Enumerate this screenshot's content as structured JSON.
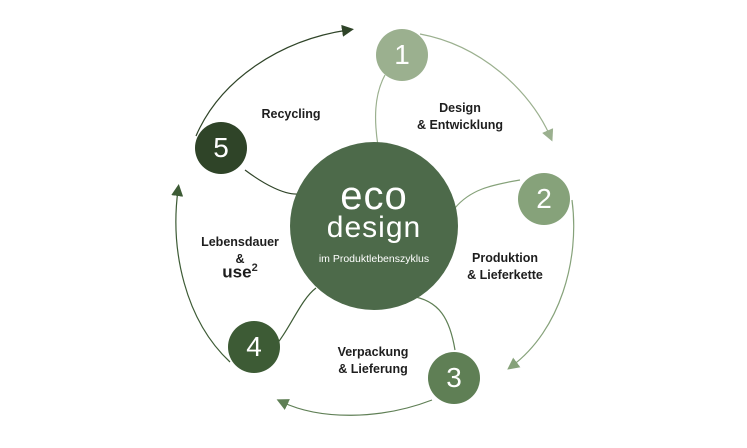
{
  "center": {
    "line1": "eco",
    "line2": "design",
    "subtitle": "im Produktlebenszyklus"
  },
  "steps": [
    {
      "number": "1",
      "label_lines": [
        "Design",
        "& Entwicklung"
      ],
      "color": "#9bb08f"
    },
    {
      "number": "2",
      "label_lines": [
        "Produktion",
        "& Lieferkette"
      ],
      "color": "#86a27a"
    },
    {
      "number": "3",
      "label_lines": [
        "Verpackung",
        "& Lieferung"
      ],
      "color": "#5f7f55"
    },
    {
      "number": "4",
      "label_lines": [
        "Lebensdauer",
        "&"
      ],
      "color": "#3d5b35",
      "logo": {
        "text": "use",
        "superscript": "2"
      }
    },
    {
      "number": "5",
      "label_lines": [
        "Recycling"
      ],
      "color": "#2f4428"
    }
  ],
  "colors": {
    "center_fill": "#4d6a4a",
    "line_light": "#9bb08f",
    "line_dark": "#2f4428"
  }
}
